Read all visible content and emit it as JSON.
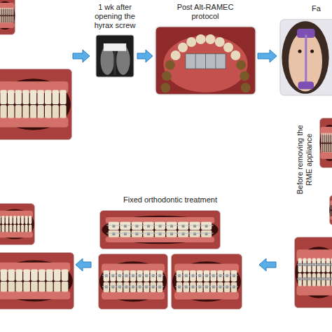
{
  "diagram": {
    "nodes": [
      {
        "text": [
          "1 wk after opening the hyrax screw"
        ]
      },
      {
        "text": [
          "Post Alt-RAMEC protocol"
        ]
      },
      {
        "text": [
          "Fa"
        ]
      },
      {
        "text": [
          "Before removing the RME appliance"
        ]
      },
      {
        "text": [
          "Fixed orthodontic treatment"
        ]
      }
    ],
    "edges": [
      {
        "from": 0,
        "to": 1,
        "arrow": "to"
      },
      {
        "from": 1,
        "to": 2,
        "arrow": "to"
      }
    ]
  }
}
